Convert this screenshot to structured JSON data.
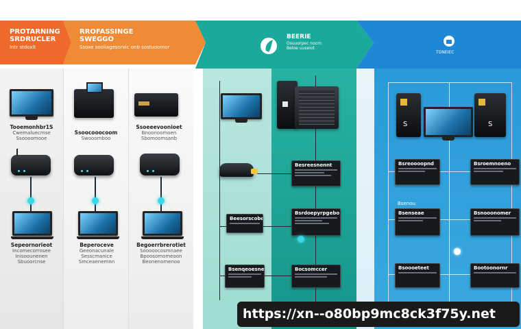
{
  "colors": {
    "orange": "#ef6a2a",
    "orange_light": "#f29a3a",
    "teal": "#1aa99b",
    "teal_light": "#7fd6c9",
    "blue": "#1f88d6",
    "blue_light": "#48aee6"
  },
  "header": {
    "step1": {
      "title_line1": "PROTARNING",
      "title_line2": "SRDRUCLER",
      "subtitle": "Intr stdoxlt"
    },
    "step2": {
      "title_line1": "RROFASSINGE",
      "title_line2": "SWEGGO",
      "subtitle": "Ssoxe sooliagesorvic onb sostuoomor"
    },
    "step3": {
      "title": "BEERIE",
      "subtitle_line1": "Osuuorpec nocm",
      "subtitle_line2": "Beloe uuseiot"
    },
    "step4": {
      "subtitle": "TONEIEC"
    }
  },
  "col1": {
    "cap1": {
      "title": "Tooemonhbr1S",
      "line1": "Cwemaluecmse",
      "line2": "Ssoooomooe"
    },
    "cap2": {
      "title": "Sepeornorieot",
      "line1": "Incomecorrosee",
      "line2": "Inisoounenen",
      "line3": "Sbuoorcnse"
    }
  },
  "col2": {
    "cap1": {
      "title": "Ssoocooocoom",
      "line1": "Swooomboo"
    },
    "cap2": {
      "title": "Beperoceve",
      "line1": "Geeonacunale",
      "line2": "Sesscmanice",
      "line3": "Smceaenemnn"
    }
  },
  "col3": {
    "cap1": {
      "title": "Ssoeeevoonioet",
      "line1": "Bnoonoomoen",
      "line2": "Sbomoomsanb"
    },
    "cap2": {
      "title": "Begoerrbrerotiet",
      "line1": "Sooooocosmnaee",
      "line2": "Bpoosomomeoon",
      "line3": "Beonenomenoo"
    }
  },
  "col4": {
    "card1": {
      "title": "Besreesnennt"
    },
    "card2": {
      "title": "Beesorscobeer"
    },
    "card3": {
      "title": "Bsrdoepyrpgebo"
    },
    "card4": {
      "title": "Bsenqeoesne"
    },
    "card5": {
      "title": "Bocsomccer"
    }
  },
  "col5": {
    "monitor_label_left": "S",
    "monitor_label_right": "S",
    "card1": {
      "title": "Bsreoooopnd"
    },
    "card2": {
      "title": "Bsroemnoeno"
    },
    "card3": {
      "title": "Bsenseae"
    },
    "card4": {
      "title": "Bsnooonomer"
    },
    "card5": {
      "title": "Bsoooeteet"
    },
    "card6": {
      "title": "Bootoonornr"
    },
    "label_mid": "Bsenou"
  },
  "watermark": {
    "url": "https://xn--o80bp9mc8ck3f75y.net"
  }
}
